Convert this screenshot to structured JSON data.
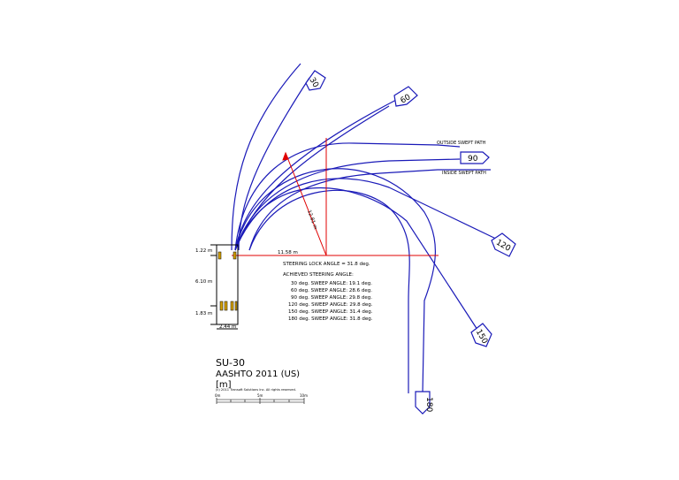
{
  "vehicle": {
    "name": "SU-30",
    "standard": "AASHTO 2011 (US)",
    "units": "[m]",
    "copyright": "(c) 2011 Transoft Solutions Inc. All rights reserved."
  },
  "dimensions": {
    "front_overhang": "1.22 m",
    "wheelbase": "6.10 m",
    "rear_overhang": "1.83 m",
    "width": "2.44 m",
    "radius_horizontal": "11.58 m",
    "radius_diagonal": "12.81 m"
  },
  "paths": {
    "outside": "OUTSIDE SWEPT PATH",
    "inside": "INSIDE SWEPT PATH"
  },
  "angles": {
    "a30": "30",
    "a60": "60",
    "a90": "90",
    "a120": "120",
    "a150": "150",
    "a180": "180"
  },
  "steering": {
    "lock": "STEERING LOCK ANGLE = 31.8 deg.",
    "heading": "ACHIEVED STEERING ANGLE:",
    "rows": [
      "30 deg. SWEEP ANGLE: 19.1 deg.",
      "60 deg. SWEEP ANGLE: 28.6 deg.",
      "90 deg. SWEEP ANGLE: 29.8 deg.",
      "120 deg. SWEEP ANGLE: 29.8 deg.",
      "150 deg. SWEEP ANGLE: 31.4 deg.",
      "180 deg. SWEEP ANGLE: 31.8 deg."
    ]
  },
  "scale_labels": {
    "s0": "0m",
    "s1": "5m",
    "s2": "10m"
  },
  "colors": {
    "path": "#1a1ab8",
    "radius": "#e00000",
    "outline": "#000000",
    "wheel": "#d4a000"
  }
}
